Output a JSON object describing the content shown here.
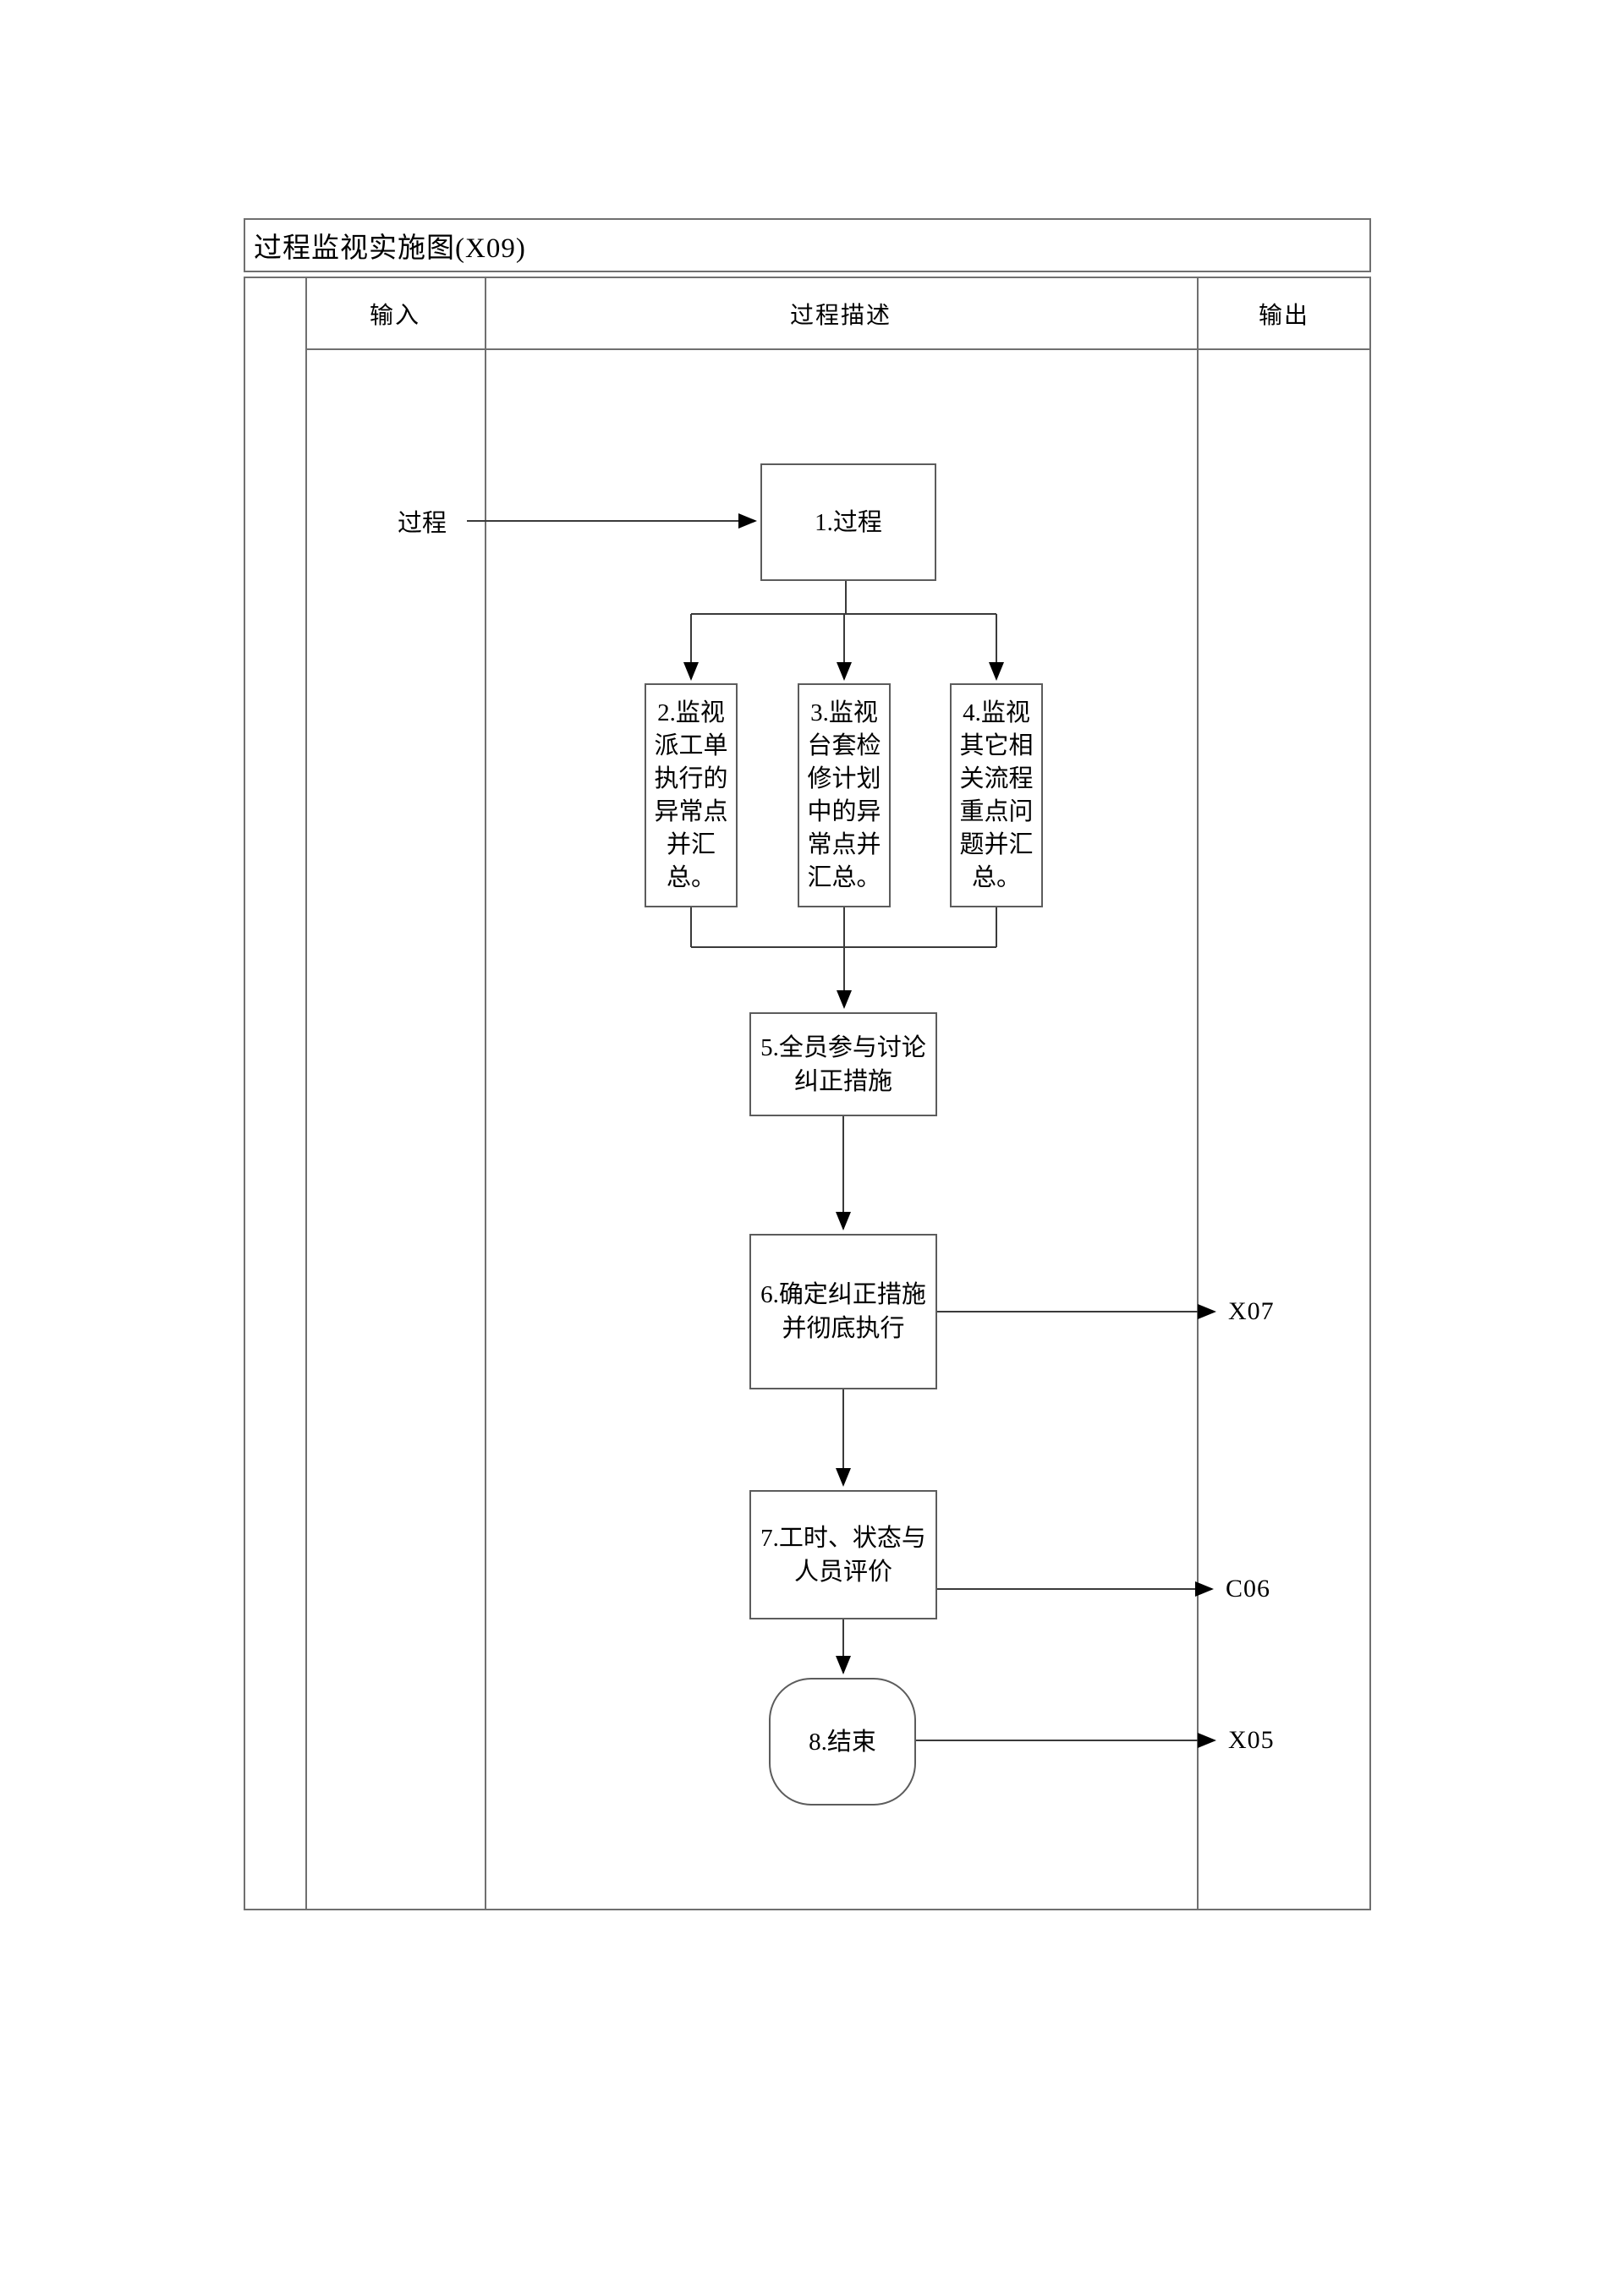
{
  "title": "过程监视实施图(X09)",
  "table": {
    "headers": {
      "input": "输入",
      "process": "过程描述",
      "output": "输出"
    }
  },
  "flowchart": {
    "input_label": "过程",
    "nodes": {
      "n1": {
        "label": "1.过程",
        "lines": [
          "1.过程"
        ],
        "shape": "rect"
      },
      "n2": {
        "label": "2.监视派工单执行的异常点并汇总。",
        "lines": [
          "2.监视",
          "派工单",
          "执行的",
          "异常点",
          "并汇",
          "总。"
        ],
        "shape": "rect"
      },
      "n3": {
        "label": "3.监视台套检修计划中的异常点并汇总。",
        "lines": [
          "3.监视",
          "台套检",
          "修计划",
          "中的异",
          "常点并",
          "汇总。"
        ],
        "shape": "rect"
      },
      "n4": {
        "label": "4.监视其它相关流程重点问题并汇总。",
        "lines": [
          "4.监视",
          "其它相",
          "关流程",
          "重点问",
          "题并汇",
          "总。"
        ],
        "shape": "rect"
      },
      "n5": {
        "label": "5.全员参与讨论纠正措施",
        "lines": [
          "5.全员参与讨论",
          "纠正措施"
        ],
        "shape": "rect"
      },
      "n6": {
        "label": "6.确定纠正措施并彻底执行",
        "lines": [
          "6.确定纠正措施",
          "并彻底执行"
        ],
        "shape": "rect"
      },
      "n7": {
        "label": "7.工时、状态与人员评价",
        "lines": [
          "7.工时、状态与",
          "人员评价"
        ],
        "shape": "rect"
      },
      "n8": {
        "label": "8.结束",
        "lines": [
          "8.结束"
        ],
        "shape": "stadium"
      }
    },
    "outputs": {
      "x07": "X07",
      "c06": "C06",
      "x05": "X05"
    }
  },
  "colors": {
    "table_border": "#6f6f6f",
    "node_border": "#5c5c5c",
    "connector": "#3a3a3a",
    "arrowhead": "#000000",
    "text": "#000000",
    "background": "#ffffff"
  }
}
